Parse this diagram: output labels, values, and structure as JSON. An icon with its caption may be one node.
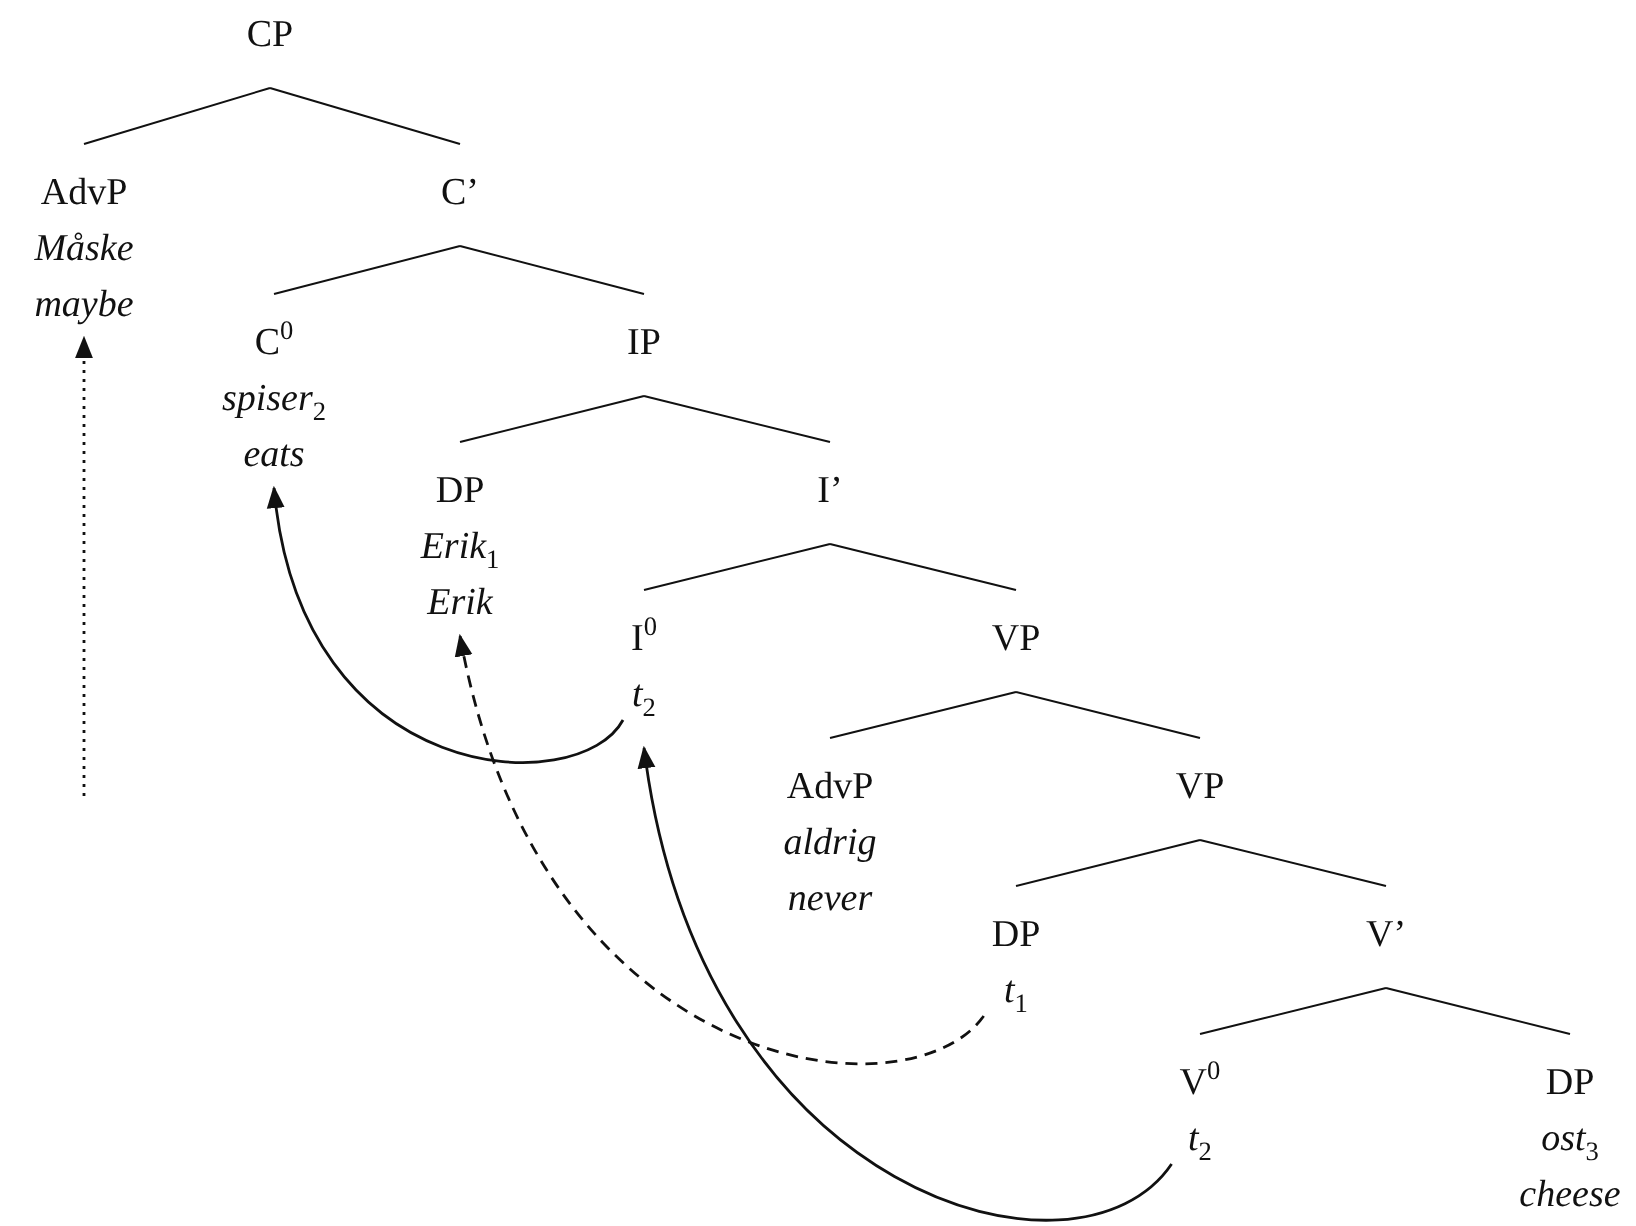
{
  "diagram": {
    "nodes": [
      {
        "text": [
          "CP"
        ]
      },
      {
        "text": [
          "AdvP",
          "Måske",
          "maybe"
        ]
      },
      {
        "text": [
          "C’"
        ]
      },
      {
        "text": [
          "C$^{0}$",
          "spiser$_{2}$",
          "eats"
        ]
      },
      {
        "text": [
          "IP"
        ]
      },
      {
        "text": [
          "DP",
          "Erik$_{1}$",
          "Erik"
        ]
      },
      {
        "text": [
          "I’"
        ]
      },
      {
        "text": [
          "I$^{0}$",
          "t$_{2}$"
        ]
      },
      {
        "text": [
          "VP"
        ]
      },
      {
        "text": [
          "AdvP",
          "aldrig",
          "never"
        ]
      },
      {
        "text": [
          "VP"
        ]
      },
      {
        "text": [
          "DP",
          "t$_{1}$"
        ]
      },
      {
        "text": [
          "V’"
        ]
      },
      {
        "text": [
          "V$^{0}$",
          "t$_{2}$"
        ]
      },
      {
        "text": [
          "DP",
          "ost$_{3}$",
          "cheese"
        ]
      }
    ],
    "edges": [
      {
        "from": 0,
        "to": 1,
        "arrow": "none"
      },
      {
        "from": 0,
        "to": 2,
        "arrow": "none"
      },
      {
        "from": 2,
        "to": 3,
        "arrow": "none"
      },
      {
        "from": 2,
        "to": 4,
        "arrow": "none"
      },
      {
        "from": 4,
        "to": 5,
        "arrow": "none"
      },
      {
        "from": 4,
        "to": 6,
        "arrow": "none"
      },
      {
        "from": 6,
        "to": 7,
        "arrow": "none"
      },
      {
        "from": 6,
        "to": 8,
        "arrow": "none"
      },
      {
        "from": 8,
        "to": 9,
        "arrow": "none"
      },
      {
        "from": 8,
        "to": 10,
        "arrow": "none"
      },
      {
        "from": 10,
        "to": 11,
        "arrow": "none"
      },
      {
        "from": 10,
        "to": 12,
        "arrow": "none"
      },
      {
        "from": 12,
        "to": 13,
        "arrow": "none"
      },
      {
        "from": 12,
        "to": 14,
        "arrow": "none"
      },
      {
        "from": 7,
        "to": 3,
        "arrow": "to"
      },
      {
        "from": 11,
        "to": 5,
        "arrow": "to",
        "style": "dashed"
      },
      {
        "from": 13,
        "to": 7,
        "arrow": "to"
      },
      {
        "from": null,
        "to": 1,
        "arrow": "to",
        "style": "dashed"
      }
    ]
  }
}
